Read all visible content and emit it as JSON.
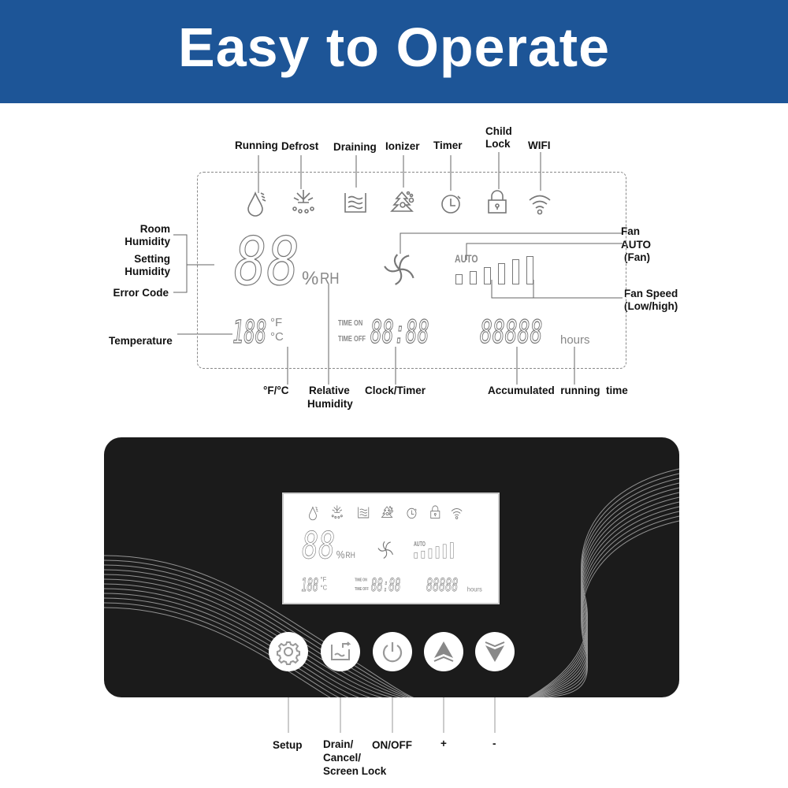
{
  "header": {
    "title": "Easy to Operate"
  },
  "lcd": {
    "icon_labels": [
      "Running",
      "Defrost",
      "Draining",
      "Ionizer",
      "Timer",
      "Child",
      "Lock",
      "WIFI"
    ],
    "humidity_digits": "88",
    "humidity_unit_pct": "%",
    "humidity_unit_rh": "RH",
    "auto": "AUTO",
    "temp_digits": "188",
    "temp_f": "°F",
    "temp_c": "°C",
    "time_on": "TIME ON",
    "time_off": "TIME OFF",
    "clock_digits": "88:88",
    "hours_digits": "88888",
    "hours_unit": "hours"
  },
  "callouts": {
    "room": "Room",
    "humidity1": "Humidity",
    "setting": "Setting",
    "humidity2": "Humidity",
    "error_code": "Error Code",
    "temperature": "Temperature",
    "fan": "Fan",
    "auto": "AUTO",
    "auto_sub": "(Fan)",
    "fan_speed": "Fan Speed",
    "fan_speed_sub": "(Low/high)",
    "f_c": "°F/°C",
    "relative": "Relative",
    "relative_sub": "Humidity",
    "clock_timer": "Clock/Timer",
    "accumulated": "Accumulated  running  time"
  },
  "buttons": [
    {
      "icon": "gear-icon",
      "label": "Setup"
    },
    {
      "icon": "drain-icon",
      "label": "Drain/",
      "label2": "Cancel/",
      "label3": "Screen Lock"
    },
    {
      "icon": "power-icon",
      "label": "ON/OFF"
    },
    {
      "icon": "up-arrow-icon",
      "label": "+"
    },
    {
      "icon": "down-arrow-icon",
      "label": "-"
    }
  ],
  "colors": {
    "header": "#1d5597",
    "panel": "#1b1b1b"
  }
}
